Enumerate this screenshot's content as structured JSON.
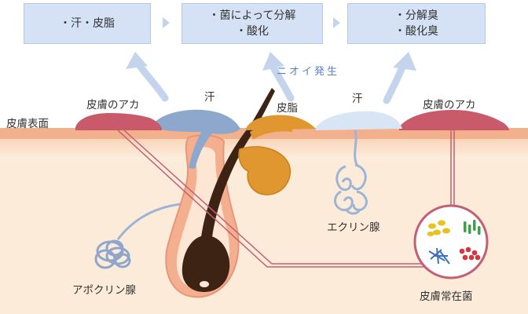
{
  "boxes": {
    "box1": {
      "line1": "・汗・皮脂"
    },
    "box2": {
      "line1": "・菌によって分解",
      "line2": "・酸化"
    },
    "box3": {
      "line1": "・分解臭",
      "line2": "・酸化臭"
    }
  },
  "labels": {
    "odor_generation": "ニオイ発生",
    "skin_surface": "皮膚表面",
    "skin_flake_left": "皮膚のアカ",
    "skin_flake_right": "皮膚のアカ",
    "sweat_left": "汗",
    "sweat_right": "汗",
    "sebum": "皮脂",
    "eccrine_gland": "エクリン腺",
    "apocrine_gland": "アポクリン腺",
    "resident_bacteria": "皮膚常在菌"
  },
  "colors": {
    "box_fill": "#d5e2f5",
    "skin_top": "#f4b791",
    "skin_body": "#fcebd9",
    "flake": "#c85a6a",
    "sweat": "#8ea7cc",
    "sebum": "#e1972f",
    "hair": "#3d2314",
    "arrow": "#c3d4ec"
  }
}
